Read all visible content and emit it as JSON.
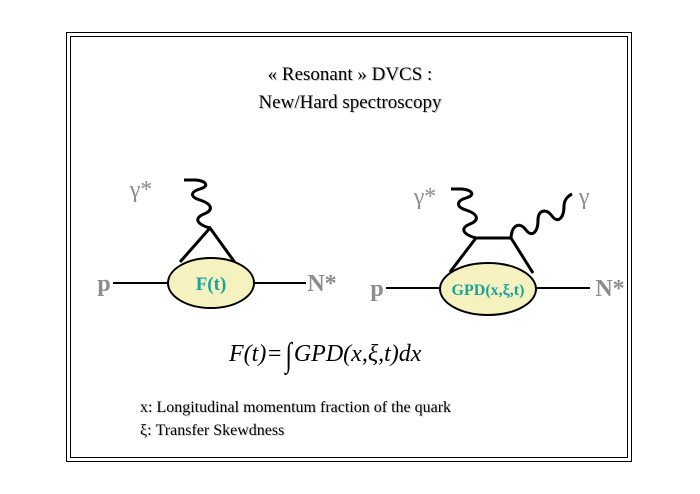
{
  "title": {
    "line1": "« Resonant » DVCS :",
    "line2": "New/Hard  spectroscopy"
  },
  "diagram_left": {
    "photon_label": "γ*",
    "incoming_label": "p",
    "outgoing_label": "N*",
    "blob_label": "F(t)"
  },
  "diagram_right": {
    "photon_in_label": "γ*",
    "photon_out_label": "γ",
    "incoming_label": "p",
    "outgoing_label": "N*",
    "blob_label": "GPD(x,ξ,t)"
  },
  "formula": {
    "lhs": "F(t)=",
    "integral_sign": "∫",
    "rhs": "GPD(x,ξ,t)dx"
  },
  "definitions": [
    "x: Longitudinal momentum fraction of the quark",
    "ξ: Transfer  Skewdness"
  ],
  "colors": {
    "blob_fill": "#f5f2c0",
    "blob_label": "#1aa39b",
    "label_gray": "#8c8c8c",
    "line": "#000000"
  }
}
